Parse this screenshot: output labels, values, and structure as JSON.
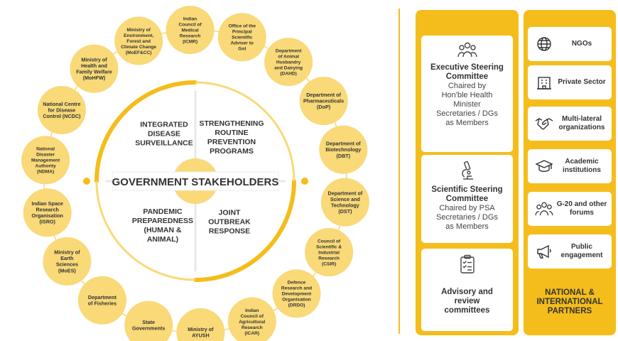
{
  "diagram": {
    "center_title": "GOVERNMENT STAKEHOLDERS",
    "quadrants": [
      "INTEGRATED\nDISEASE\nSURVEILLANCE",
      "STRENGTHENING\nROUTINE\nPREVENTION\nPROGRAMS",
      "PANDEMIC\nPREPAREDNESS\n(HUMAN &\nANIMAL)",
      "JOINT\nOUTBREAK\nRESPONSE"
    ],
    "stakeholders": [
      "Office of the\nPrincipal\nScientific\nAdviser to\nGoI",
      "Department\nof Animal\nHusbandry\nand Dairying\n(DAHD)",
      "Department of\nPharmaceuticals\n(DoP)",
      "Department of\nBiotechnology\n(DBT)",
      "Department of\nScience and\nTechnology\n(DST)",
      "Council of\nScientific &\nIndustrial\nResearch\n(CSIR)",
      "Defence\nResearch and\nDevelopment\nOrganisation\n(DRDO)",
      "Indian\nCouncil of\nAgricultural\nResearch\n(ICAR)",
      "Ministry of\nAYUSH",
      "State\nGovernments",
      "Department\nof Fisheries",
      "Ministry of\nEarth\nSciences\n(MoES)",
      "Indian Space\nResearch\nOrganisation\n(ISRO)",
      "National\nDisaster\nManagement\nAuthority\n(NDMA)",
      "National Centre\nfor Disease\nControl (NCDC)",
      "Ministry of\nHealth and\nFamily Welfare\n(MoHFW)",
      "Ministry of\nEnvironment,\nForest and\nClimate Change\n(MoEF&CC)",
      "Indian\nCouncil of\nMedical\nResearch\n(ICMR)"
    ]
  },
  "committees": [
    {
      "icon": "people-group-icon",
      "title": "Executive Steering\nCommittee",
      "sub": "Chaired by\nHon'ble Health\nMinister\nSecretaries / DGs\nas Members"
    },
    {
      "icon": "microscope-icon",
      "title": "Scientific Steering\nCommittee",
      "sub": "Chaired by PSA\nSecretaries / DGs\nas Members"
    },
    {
      "icon": "clipboard-checklist-icon",
      "title": "Advisory and\nreview\ncommittees",
      "sub": ""
    }
  ],
  "partners": {
    "items": [
      {
        "icon": "globe-icon",
        "label": "NGOs"
      },
      {
        "icon": "building-icon",
        "label": "Private Sector"
      },
      {
        "icon": "handshake-icon",
        "label": "Multi-lateral\norganizations"
      },
      {
        "icon": "graduation-cap-icon",
        "label": "Academic\ninstitutions"
      },
      {
        "icon": "people-group-icon",
        "label": "G-20 and other\nforums"
      },
      {
        "icon": "megaphone-icon",
        "label": "Public\nengagement"
      }
    ],
    "title": "NATIONAL &\nINTERNATIONAL\nPARTNERS"
  },
  "colors": {
    "accent": "#f4bd1b",
    "circle_fill": "#f9d978",
    "text": "#333333",
    "ring": "#f5c542"
  }
}
